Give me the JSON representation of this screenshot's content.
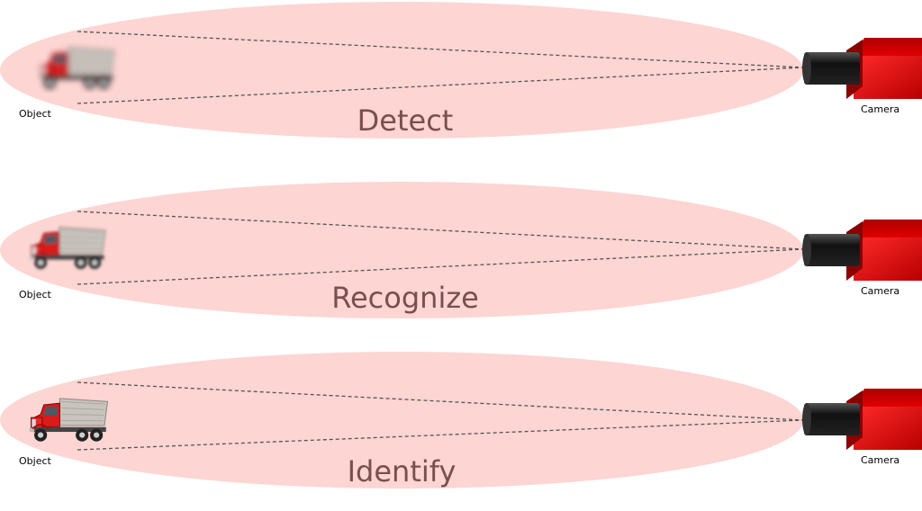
{
  "stages": [
    {
      "title": "Detect",
      "object_label": "Object",
      "camera_label": "Camera",
      "blur": "heavy"
    },
    {
      "title": "Recognize",
      "object_label": "Object",
      "camera_label": "Camera",
      "blur": "medium"
    },
    {
      "title": "Identify",
      "object_label": "Object",
      "camera_label": "Camera",
      "blur": "none"
    }
  ],
  "colors": {
    "ellipse_fill": "#fdd5d2",
    "title_text": "#7a4f4d",
    "camera_red": "#d40000",
    "camera_dark": "#8b0000",
    "lens": "#1a1a1a",
    "dashes": "#555555"
  },
  "icons": {
    "object": "dump-truck-icon",
    "camera": "camera-icon"
  }
}
